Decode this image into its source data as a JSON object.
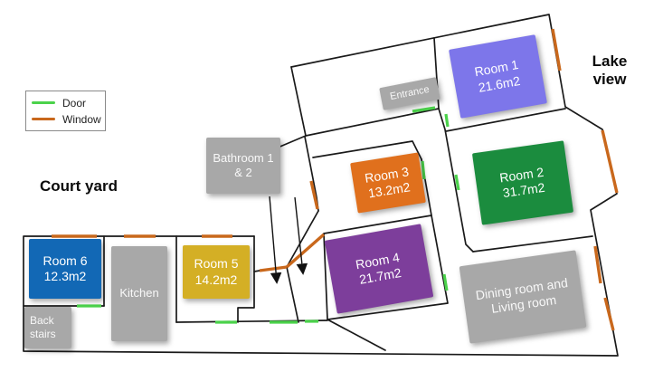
{
  "legend": {
    "door_label": "Door",
    "window_label": "Window"
  },
  "outside_labels": {
    "court_yard": "Court yard",
    "lake_view": "Lake view"
  },
  "rooms": [
    {
      "name": "Room 1",
      "area": "21.6m2",
      "color": "#7d76ea"
    },
    {
      "name": "Room 2",
      "area": "31.7m2",
      "color": "#1b8c3e"
    },
    {
      "name": "Room 3",
      "area": "13.2m2",
      "color": "#e0701d"
    },
    {
      "name": "Room 4",
      "area": "21.7m2",
      "color": "#7d3e9b"
    },
    {
      "name": "Room 5",
      "area": "14.2m2",
      "color": "#d4af25"
    },
    {
      "name": "Room 6",
      "area": "12.3m2",
      "color": "#1268b5"
    }
  ],
  "areas": {
    "kitchen": "Kitchen",
    "back_stairs": "Back stairs",
    "bathroom": "Bathroom 1 & 2",
    "entrance": "Entrance",
    "dining_living": "Dining room and Living room"
  },
  "colors": {
    "door": "#4bd24b",
    "window": "#c9681c",
    "wall": "#1a1a1a",
    "area_box": "#a8a8a8"
  }
}
